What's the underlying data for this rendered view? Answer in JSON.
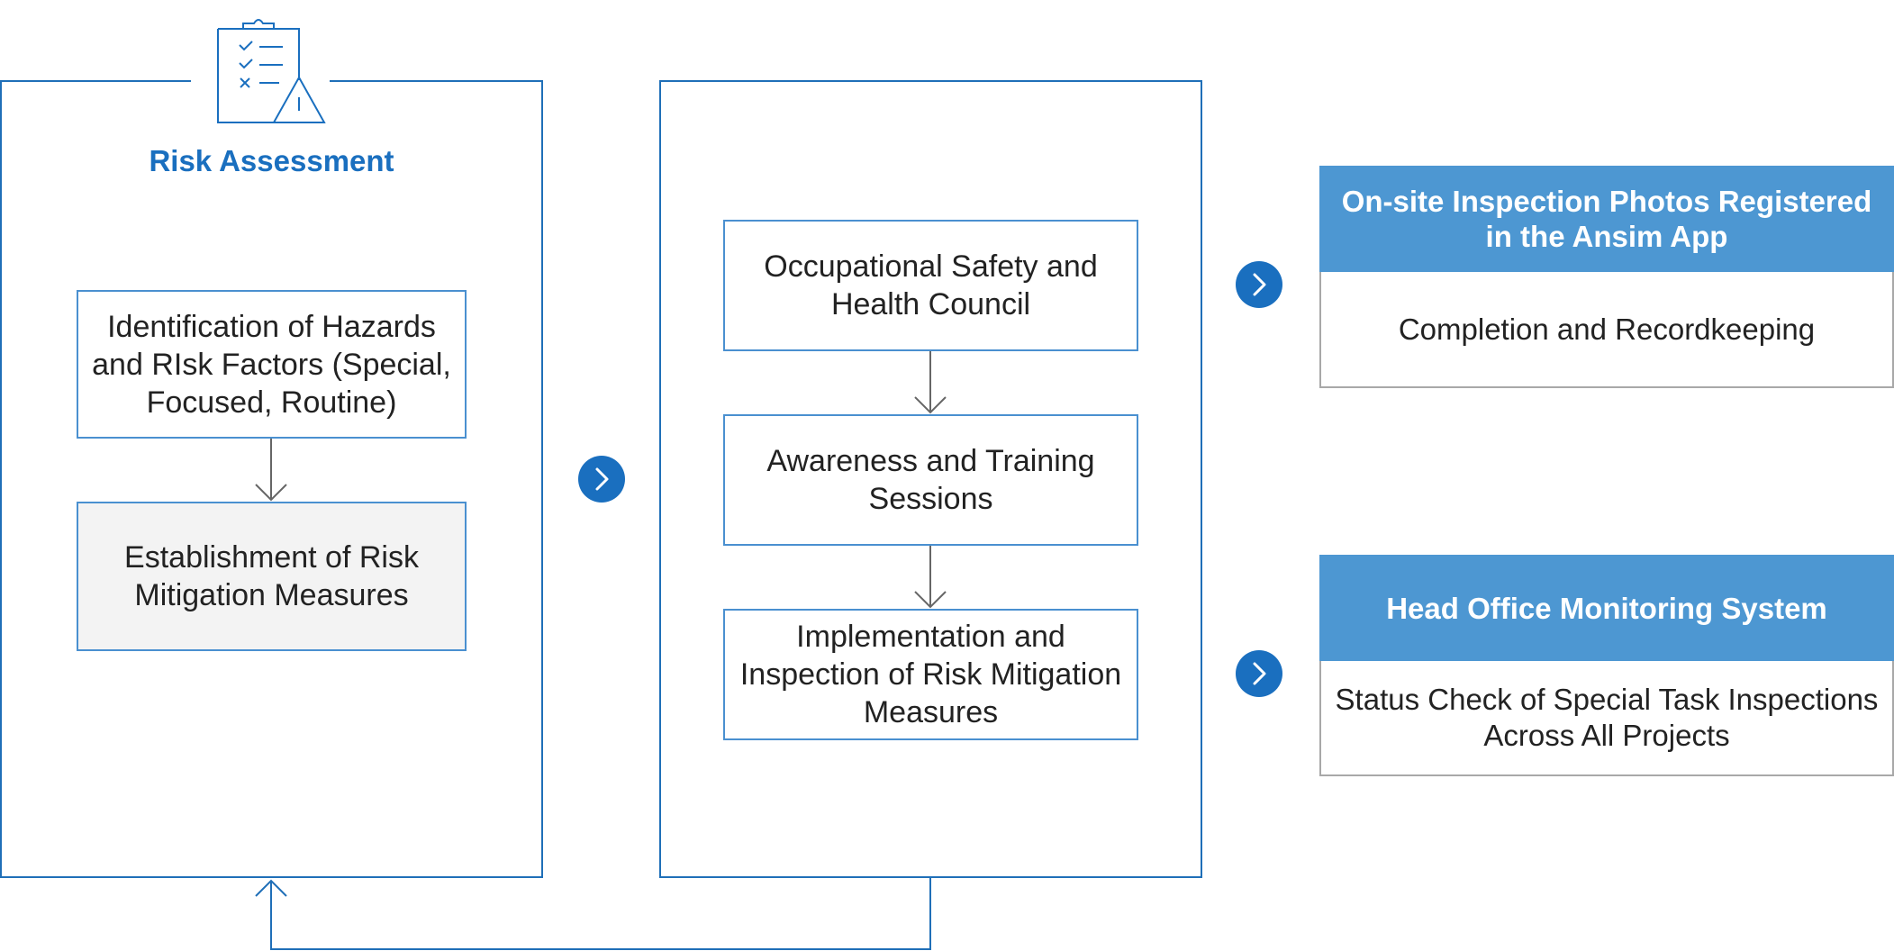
{
  "risk_assessment": {
    "title": "Risk Assessment",
    "icon": "clipboard-warning-icon",
    "steps": [
      "Identification of Hazards and RIsk Factors (Special, Focused, Routine)",
      "Establishment of Risk Mitigation Measures"
    ]
  },
  "process": {
    "steps": [
      "Occupational Safety and Health Council",
      "Awareness and Training Sessions",
      "Implementation and Inspection of Risk Mitigation Measures"
    ]
  },
  "results": [
    {
      "header": "On-site Inspection Photos Registered in the Ansim App",
      "body": "Completion and Recordkeeping"
    },
    {
      "header": "Head Office Monitoring System",
      "body": "Status Check of Special Task Inspections Across All Projects"
    }
  ],
  "colors": {
    "primary_blue": "#1a6fbf",
    "header_blue": "#4d97d2",
    "box_border": "#4a90d0",
    "shaded_box": "#f3f3f3",
    "connector_gray": "#666666"
  },
  "icons": {
    "next": "chevron-right-icon",
    "arrow_down": "arrow-down-icon",
    "arrow_up": "arrow-up-icon"
  }
}
